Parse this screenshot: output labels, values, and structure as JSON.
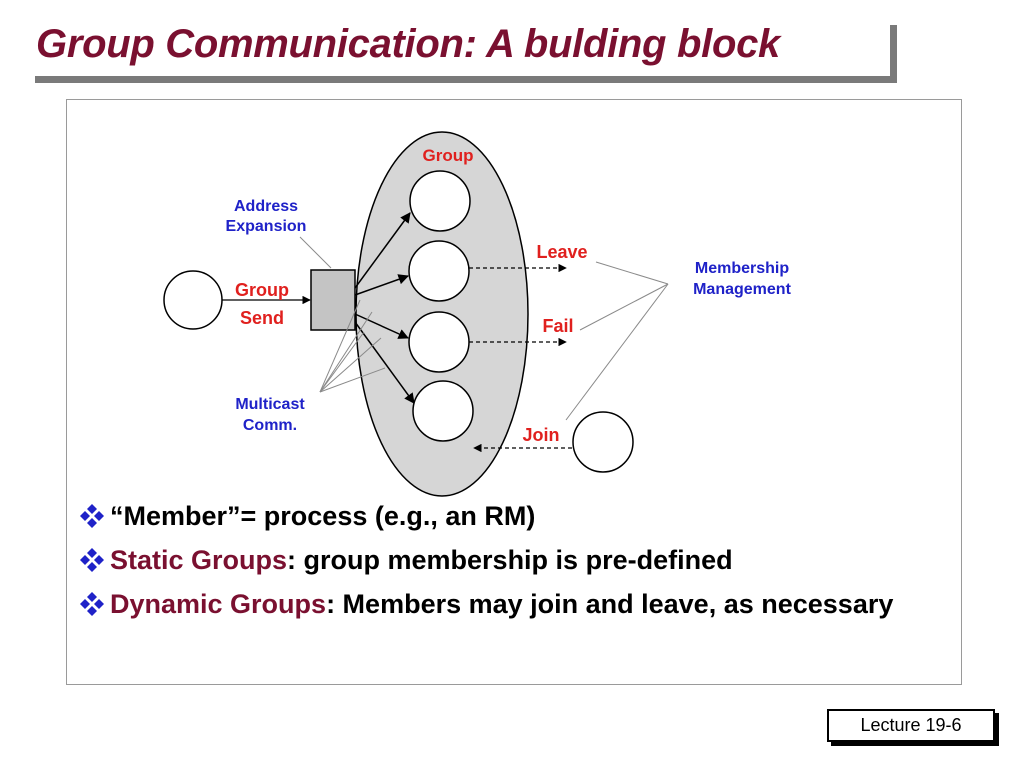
{
  "slide": {
    "title": "Group Communication: A bulding block",
    "footer": "Lecture 19-6"
  },
  "diagram": {
    "group_label": "Group",
    "address_expansion_line1": "Address",
    "address_expansion_line2": "Expansion",
    "group_send_line1": "Group",
    "group_send_line2": "Send",
    "multicast_line1": "Multicast",
    "multicast_line2": "Comm.",
    "leave_label": "Leave",
    "fail_label": "Fail",
    "join_label": "Join",
    "membership_line1": "Membership",
    "membership_line2": "Management",
    "colors": {
      "red_label": "#e0201e",
      "blue_label": "#1f22c8",
      "ellipse_fill": "#d6d6d6",
      "box_fill": "#c4c4c4"
    }
  },
  "bullets": [
    {
      "pre": "“Member”= process (e.g., an RM)",
      "highlight": "",
      "post": ""
    },
    {
      "pre": " ",
      "highlight": "Static Groups",
      "post": ":  group membership is pre-defined"
    },
    {
      "pre": " ",
      "highlight": "Dynamic Groups",
      "post": ":  Members may join and leave, as necessary"
    }
  ]
}
